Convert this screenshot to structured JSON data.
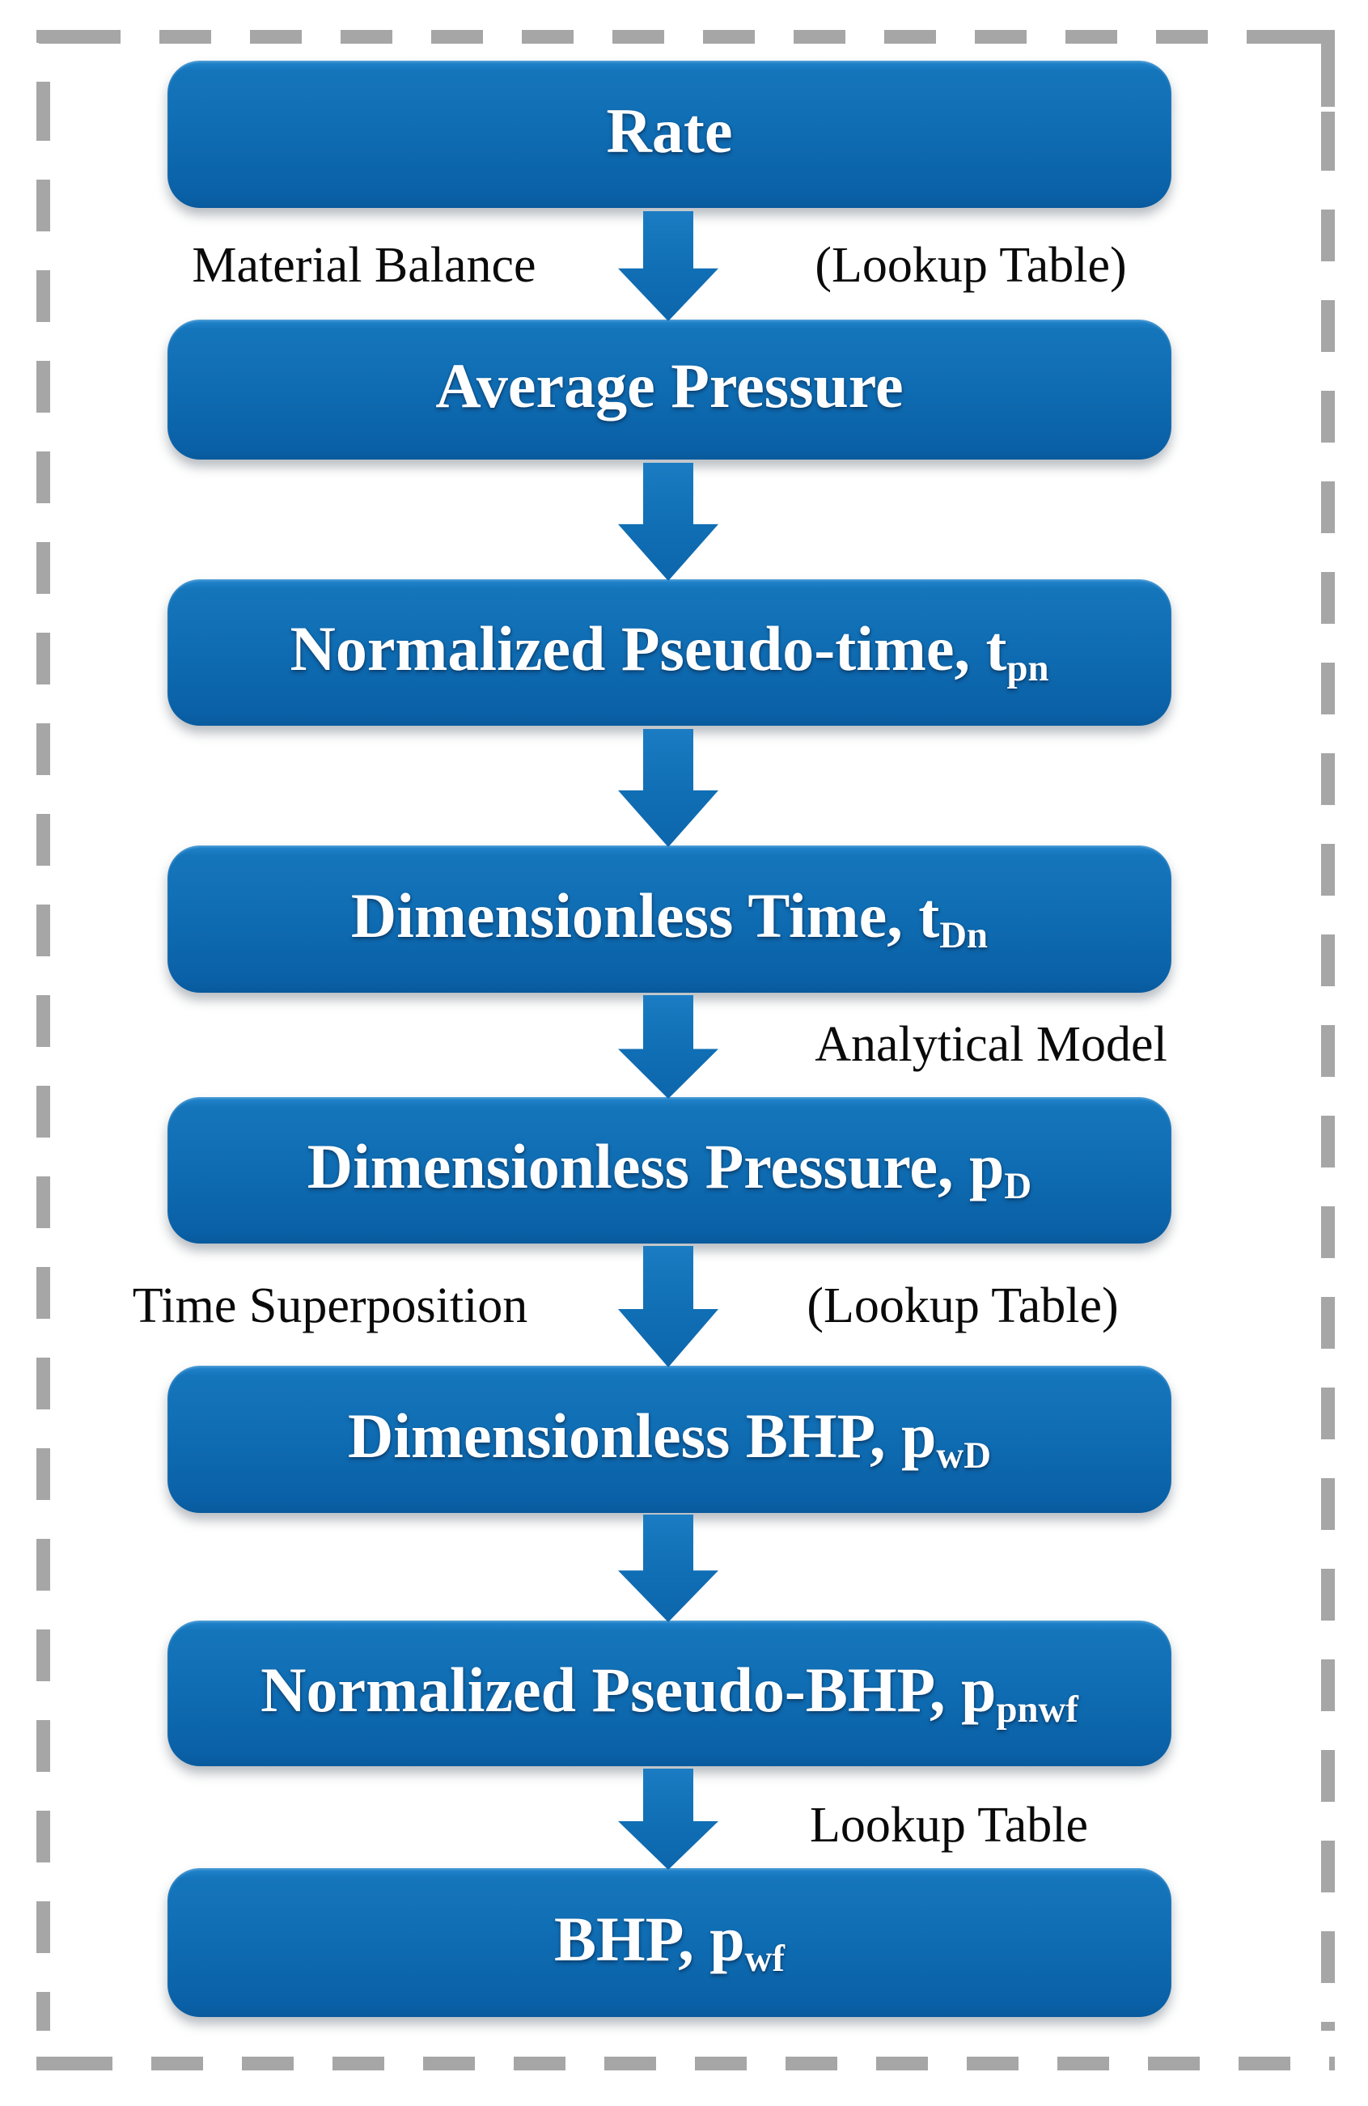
{
  "figure": {
    "type": "flowchart",
    "direction": "top-down",
    "colors": {
      "node_fill_top": "#1b7cc4",
      "node_fill_bottom": "#0a5da2",
      "arrow_fill": "#1373b9",
      "node_text": "#ffffff",
      "edge_label_text": "#0a0a0a",
      "dashed_border": "#a6a6a6",
      "background": "#ffffff"
    },
    "nodes": [
      {
        "id": "rate",
        "label": "Rate",
        "sub": ""
      },
      {
        "id": "average-pressure",
        "label": "Average Pressure",
        "sub": ""
      },
      {
        "id": "normalized-pseudo-time",
        "label": "Normalized Pseudo-time, t",
        "sub": "pn"
      },
      {
        "id": "dimensionless-time",
        "label": "Dimensionless Time, t",
        "sub": "Dn"
      },
      {
        "id": "dimensionless-pressure",
        "label": "Dimensionless Pressure, p",
        "sub": "D"
      },
      {
        "id": "dimensionless-bhp",
        "label": "Dimensionless BHP, p",
        "sub": "wD"
      },
      {
        "id": "normalized-pseudo-bhp",
        "label": "Normalized Pseudo-BHP, p",
        "sub": "pnwf"
      },
      {
        "id": "bhp",
        "label": "BHP, p",
        "sub": "wf"
      }
    ],
    "edges": [
      {
        "from": "rate",
        "to": "average-pressure",
        "left_label": "Material Balance",
        "right_label": "(Lookup Table)"
      },
      {
        "from": "average-pressure",
        "to": "normalized-pseudo-time"
      },
      {
        "from": "normalized-pseudo-time",
        "to": "dimensionless-time"
      },
      {
        "from": "dimensionless-time",
        "to": "dimensionless-pressure",
        "right_label": "Analytical Model"
      },
      {
        "from": "dimensionless-pressure",
        "to": "dimensionless-bhp",
        "left_label": "Time Superposition",
        "right_label": "(Lookup Table)"
      },
      {
        "from": "dimensionless-bhp",
        "to": "normalized-pseudo-bhp"
      },
      {
        "from": "normalized-pseudo-bhp",
        "to": "bhp",
        "right_label": "Lookup Table"
      }
    ]
  }
}
